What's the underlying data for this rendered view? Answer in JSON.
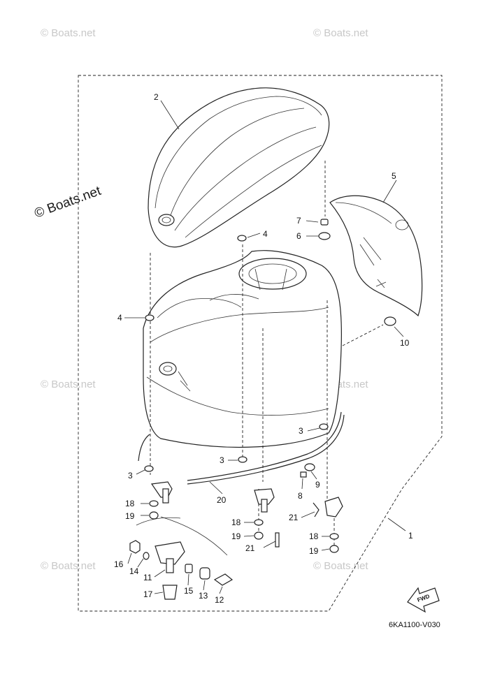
{
  "watermarks": {
    "small": "© Boats.net",
    "large": "© Boats.net"
  },
  "diagram_code": "6KA1100-V030",
  "fwd_label": "FWD",
  "callouts": {
    "c1": "1",
    "c2": "2",
    "c3a": "3",
    "c3b": "3",
    "c3c": "3",
    "c4a": "4",
    "c4b": "4",
    "c5": "5",
    "c6": "6",
    "c7": "7",
    "c8": "8",
    "c9": "9",
    "c10": "10",
    "c11": "11",
    "c12": "12",
    "c13": "13",
    "c14": "14",
    "c15": "15",
    "c16": "16",
    "c17": "17",
    "c18a": "18",
    "c18b": "18",
    "c18c": "18",
    "c19a": "19",
    "c19b": "19",
    "c19c": "19",
    "c20": "20",
    "c21a": "21",
    "c21b": "21"
  }
}
